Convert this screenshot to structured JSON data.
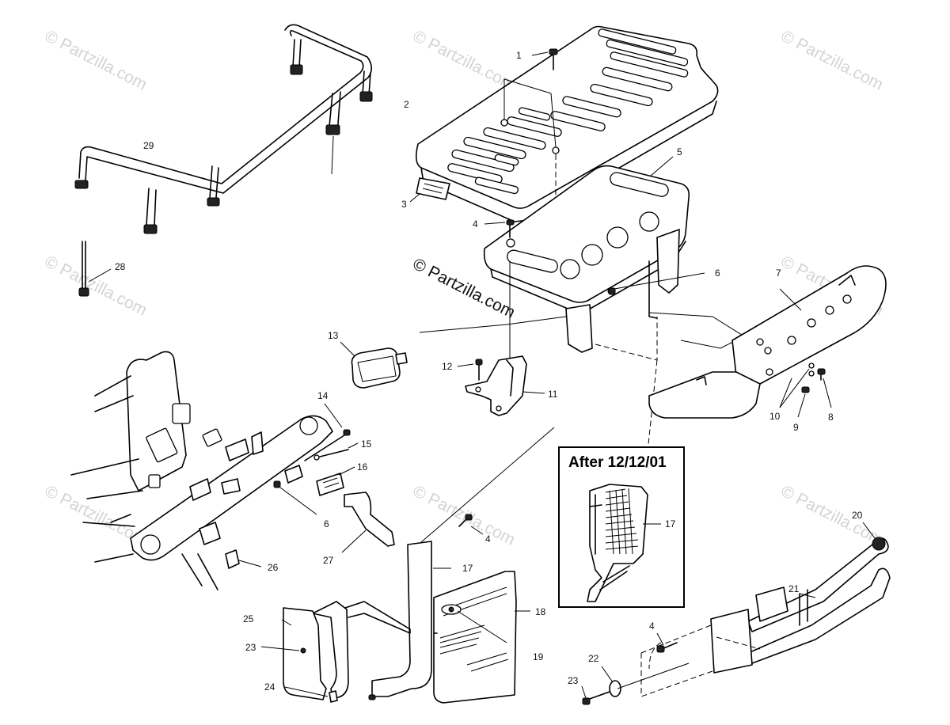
{
  "watermarks": {
    "corner_text": "© Partzilla.com",
    "center_text": "© Partzilla.com"
  },
  "inset": {
    "title": "After 12/12/01",
    "label": "17"
  },
  "callouts": {
    "c1": "1",
    "c2": "2",
    "c3": "3",
    "c4a": "4",
    "c4b": "4",
    "c4c": "4",
    "c5": "5",
    "c6a": "6",
    "c6b": "6",
    "c7": "7",
    "c8": "8",
    "c9": "9",
    "c10": "10",
    "c11": "11",
    "c12": "12",
    "c13": "13",
    "c14": "14",
    "c15": "15",
    "c16": "16",
    "c17": "17",
    "c18": "18",
    "c19": "19",
    "c20": "20",
    "c21": "21",
    "c22": "22",
    "c23a": "23",
    "c23b": "23",
    "c24": "24",
    "c25": "25",
    "c26": "26",
    "c27": "27",
    "c28": "28",
    "c29": "29"
  }
}
